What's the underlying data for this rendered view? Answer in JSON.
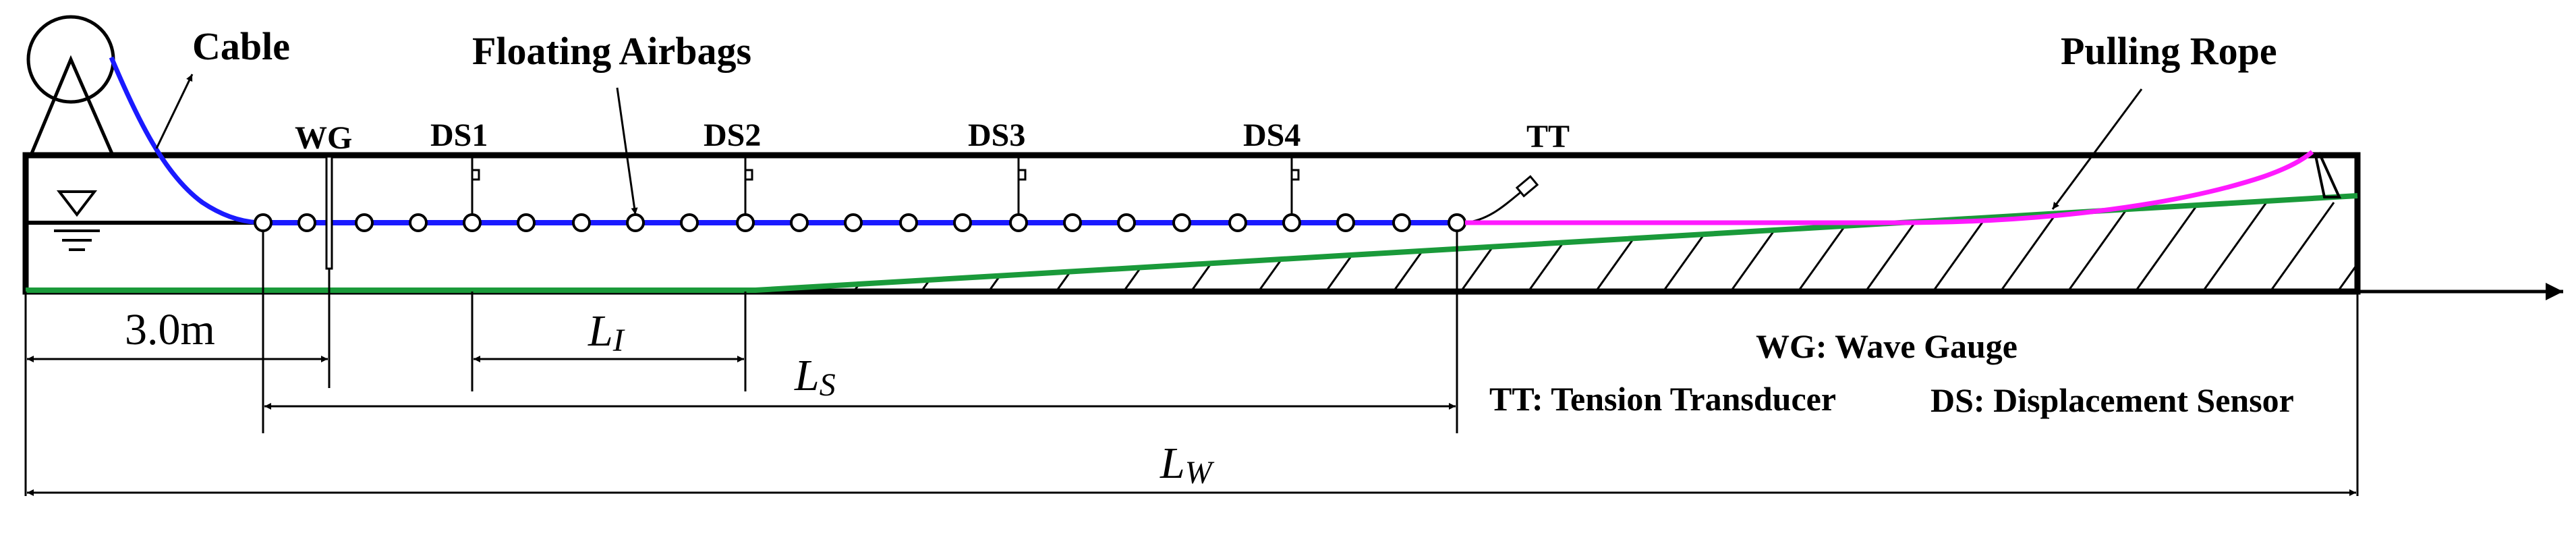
{
  "labels": {
    "cable": "Cable",
    "floating_airbags": "Floating Airbags",
    "pulling_rope": "Pulling Rope",
    "wg": "WG",
    "ds1": "DS1",
    "ds2": "DS2",
    "ds3": "DS3",
    "ds4": "DS4",
    "tt": "TT"
  },
  "dimensions": {
    "d1_value": "3.0m",
    "li_main": "L",
    "li_sub": "I",
    "ls_main": "L",
    "ls_sub": "S",
    "lw_main": "L",
    "lw_sub": "W"
  },
  "legend": {
    "wg": "WG: Wave Gauge",
    "tt": "TT: Tension Transducer",
    "ds": "DS: Displacement Sensor"
  },
  "colors": {
    "cable": "#1a1aff",
    "airbag_line": "#1a1aff",
    "pulling_rope": "#ff1aff",
    "slope": "#1a9a3a",
    "outline": "#000000"
  }
}
